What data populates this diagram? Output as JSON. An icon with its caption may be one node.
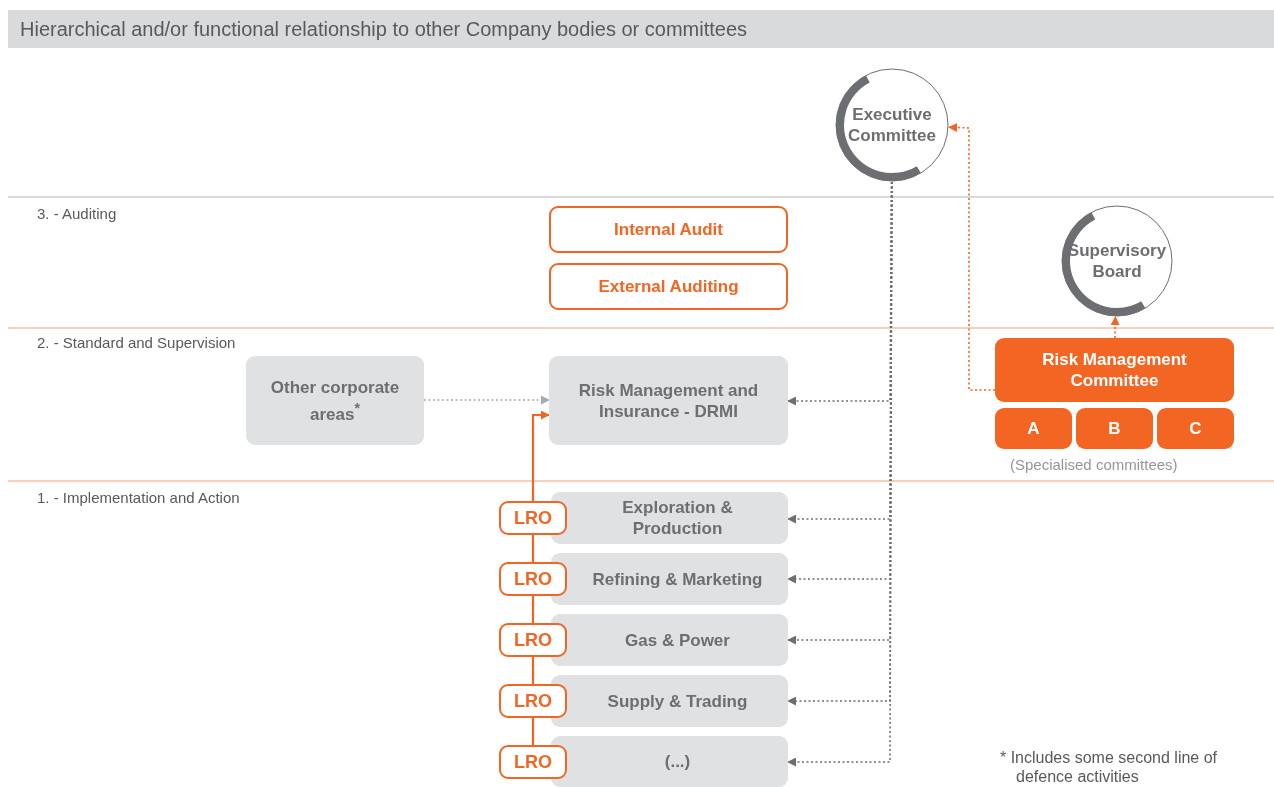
{
  "diagram": {
    "title": "Hierarchical and/or functional relationship to other Company bodies or committees",
    "nodes": [
      {
        "text": [
          "Executive Committee"
        ]
      },
      {
        "text": [
          "Internal Audit"
        ]
      },
      {
        "text": [
          "External Auditing"
        ]
      },
      {
        "text": [
          "Supervisory Board"
        ]
      },
      {
        "text": [
          "Other corporate areas$^{*}$"
        ]
      },
      {
        "text": [
          "Risk Management and Insurance - DRMI"
        ]
      },
      {
        "text": [
          "Risk Management Committee"
        ]
      },
      {
        "text": [
          "A"
        ]
      },
      {
        "text": [
          "B"
        ]
      },
      {
        "text": [
          "C"
        ]
      },
      {
        "text": [
          "Exploration & Production"
        ]
      },
      {
        "text": [
          "Refining & Marketing"
        ]
      },
      {
        "text": [
          "Gas & Power"
        ]
      },
      {
        "text": [
          "Supply & Trading"
        ]
      },
      {
        "text": [
          "(...)"
        ]
      },
      {
        "text": [
          "LRO"
        ]
      },
      {
        "text": [
          "LRO"
        ]
      },
      {
        "text": [
          "LRO"
        ]
      },
      {
        "text": [
          "LRO"
        ]
      },
      {
        "text": [
          "LRO"
        ]
      }
    ],
    "edges": [
      {
        "from": 0,
        "to": 5,
        "arrow": "to",
        "style": "dashed",
        "color": "#6d6e71"
      },
      {
        "from": 0,
        "to": 10,
        "arrow": "to",
        "style": "dashed",
        "color": "#6d6e71"
      },
      {
        "from": 0,
        "to": 11,
        "arrow": "to",
        "style": "dashed",
        "color": "#6d6e71"
      },
      {
        "from": 0,
        "to": 12,
        "arrow": "to",
        "style": "dashed",
        "color": "#6d6e71"
      },
      {
        "from": 0,
        "to": 13,
        "arrow": "to",
        "style": "dashed",
        "color": "#6d6e71"
      },
      {
        "from": 0,
        "to": 14,
        "arrow": "to",
        "style": "dashed",
        "color": "#6d6e71"
      },
      {
        "from": 4,
        "to": 5,
        "arrow": "to",
        "style": "dashed",
        "color": "#a7a9ac"
      },
      {
        "from": 6,
        "to": 0,
        "arrow": "to",
        "style": "dashed",
        "color": "#f26522"
      },
      {
        "from": 6,
        "to": 3,
        "arrow": "to",
        "style": "dashed",
        "color": "#f26522"
      },
      {
        "from": 15,
        "to": 5,
        "arrow": "to",
        "color": "#f26522"
      },
      {
        "from": 16,
        "to": 15,
        "arrow": "none",
        "color": "#f26522"
      },
      {
        "from": 17,
        "to": 16,
        "arrow": "none",
        "color": "#f26522"
      },
      {
        "from": 18,
        "to": 17,
        "arrow": "none",
        "color": "#f26522"
      },
      {
        "from": 19,
        "to": 18,
        "arrow": "none",
        "color": "#f26522"
      }
    ],
    "labels": [
      "3. - Auditing",
      "2. - Standard and Supervision",
      "1. - Implementation and Action",
      "(Specialised committees)",
      "* Includes some second line of defence activities"
    ]
  }
}
